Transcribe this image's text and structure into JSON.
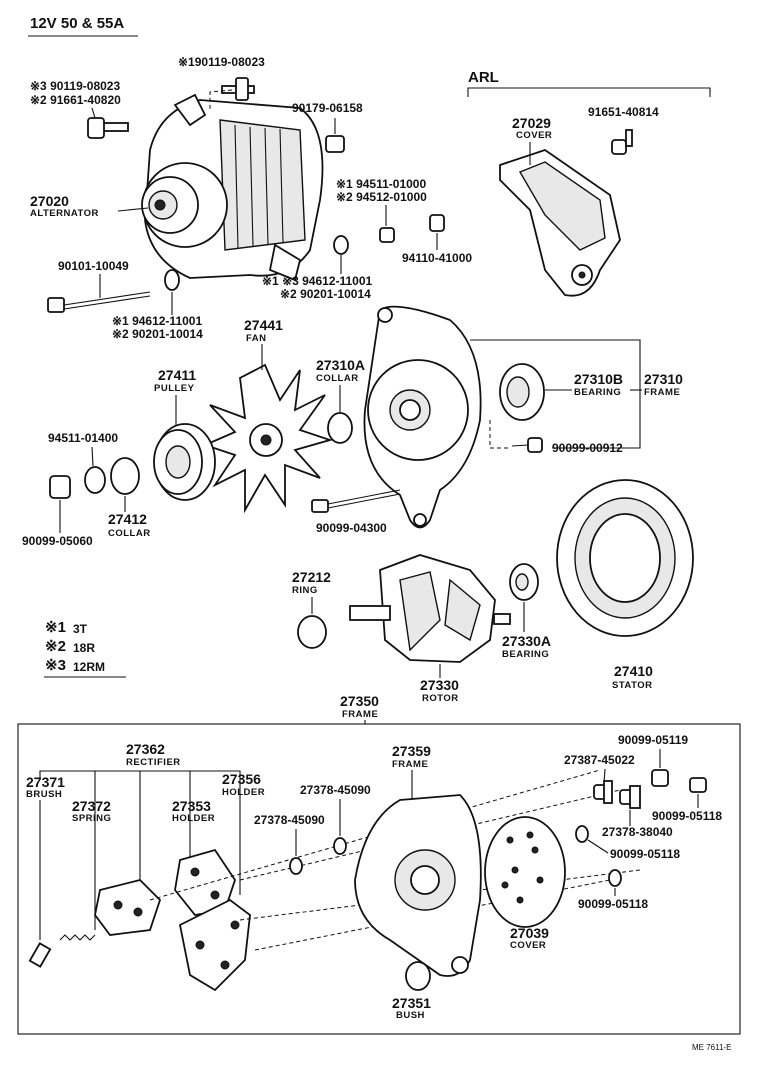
{
  "title": "12V 50 & 55A",
  "arl_label": "ARL",
  "footer_code": "ME 7611-E",
  "legend": [
    {
      "mark": "※1",
      "value": "3T"
    },
    {
      "mark": "※2",
      "value": "18R"
    },
    {
      "mark": "※3",
      "value": "12RM"
    }
  ],
  "labels": {
    "bolt_top": "※190119-08023",
    "bolt_3": "※3 90119-08023",
    "bolt_2": "※2 91661-40820",
    "nut_90179": "90179-06158",
    "arl_cover_no": "27029",
    "arl_cover_cap": "COVER",
    "arl_bolt": "91651-40814",
    "alt_no": "27020",
    "alt_cap": "ALTERNATOR",
    "nut1_a": "※1 94511-01000",
    "nut1_b": "※2 94512-01000",
    "nut_94110": "94110-41000",
    "bolt_90101": "90101-10049",
    "washer_a": "※1 ※3 94612-11001",
    "washer_b": "※2 90201-10014",
    "washer_c": "※1 94612-11001",
    "washer_d": "※2 90201-10014",
    "fan_no": "27441",
    "fan_cap": "FAN",
    "pulley_no": "27411",
    "pulley_cap": "PULLEY",
    "collar_a_no": "27310A",
    "collar_a_cap": "COLLAR",
    "bearing_b_no": "27310B",
    "bearing_b_cap": "BEARING",
    "frame_no": "27310",
    "frame_cap": "FRAME",
    "nut_94511": "94511-01400",
    "screw_00912": "90099-00912",
    "nut_05060": "90099-05060",
    "collar_no": "27412",
    "collar_cap": "COLLAR",
    "bolt_04300": "90099-04300",
    "ring_no": "27212",
    "ring_cap": "RING",
    "bearing_a_no": "27330A",
    "bearing_a_cap": "BEARING",
    "rotor_no": "27330",
    "rotor_cap": "ROTOR",
    "stator_no": "27410",
    "stator_cap": "STATOR",
    "frame_asm_no": "27350",
    "frame_asm_cap": "FRAME",
    "rect_no": "27362",
    "rect_cap": "RECTIFIER",
    "frame2_no": "27359",
    "frame2_cap": "FRAME",
    "brush_no": "27371",
    "brush_cap": "BRUSH",
    "holder_a_no": "27356",
    "holder_a_cap": "HOLDER",
    "spring_no": "27372",
    "spring_cap": "SPRING",
    "holder_b_no": "27353",
    "holder_b_cap": "HOLDER",
    "w_45090_a": "27378-45090",
    "w_45090_b": "27378-45090",
    "ins_45022": "27387-45022",
    "nut_05119": "90099-05119",
    "nut_05118_a": "90099-05118",
    "w_38040": "27378-38040",
    "nut_05118_b": "90099-05118",
    "nut_05118_c": "90099-05118",
    "cover2_no": "27039",
    "cover2_cap": "COVER",
    "bush_no": "27351",
    "bush_cap": "BUSH"
  }
}
